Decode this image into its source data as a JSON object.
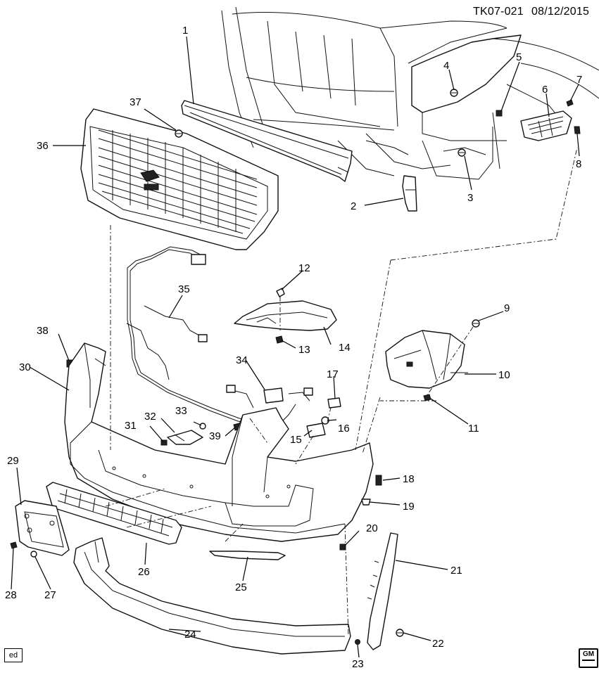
{
  "header": {
    "drawing_code": "TK07-021",
    "date": "08/12/2015"
  },
  "footer": {
    "corner_code": "ed"
  },
  "callouts": [
    "1",
    "2",
    "3",
    "4",
    "5",
    "6",
    "7",
    "8",
    "9",
    "10",
    "11",
    "12",
    "13",
    "14",
    "15",
    "16",
    "17",
    "18",
    "19",
    "20",
    "21",
    "22",
    "23",
    "24",
    "25",
    "26",
    "27",
    "28",
    "29",
    "30",
    "31",
    "32",
    "33",
    "34",
    "35",
    "36",
    "37",
    "38",
    "39"
  ],
  "logo": {
    "brand": "GM",
    "type": "gm-logo-icon"
  }
}
